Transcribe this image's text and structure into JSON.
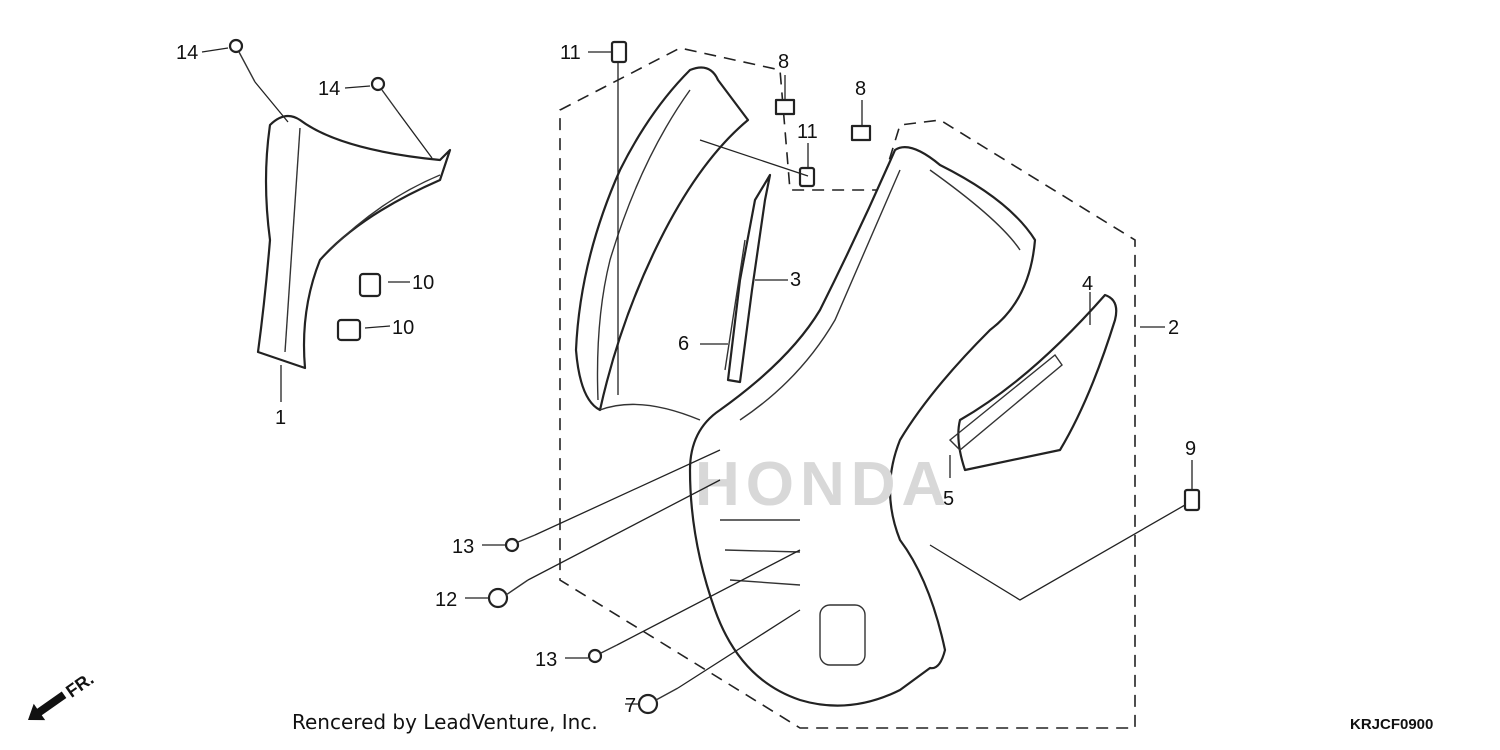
{
  "diagram_code": "KRJCF0900",
  "credit": "Rencered by LeadVenture, Inc.",
  "direction_label": "FR.",
  "logo_text": "HONDA",
  "callouts": [
    {
      "id": "callout-1",
      "label": "1"
    },
    {
      "id": "callout-2",
      "label": "2"
    },
    {
      "id": "callout-3",
      "label": "3"
    },
    {
      "id": "callout-4",
      "label": "4"
    },
    {
      "id": "callout-5",
      "label": "5"
    },
    {
      "id": "callout-6",
      "label": "6"
    },
    {
      "id": "callout-7",
      "label": "7"
    },
    {
      "id": "callout-8a",
      "label": "8"
    },
    {
      "id": "callout-8b",
      "label": "8"
    },
    {
      "id": "callout-9",
      "label": "9"
    },
    {
      "id": "callout-10a",
      "label": "10"
    },
    {
      "id": "callout-10b",
      "label": "10"
    },
    {
      "id": "callout-11a",
      "label": "11"
    },
    {
      "id": "callout-11b",
      "label": "11"
    },
    {
      "id": "callout-12",
      "label": "12"
    },
    {
      "id": "callout-13a",
      "label": "13"
    },
    {
      "id": "callout-13b",
      "label": "13"
    },
    {
      "id": "callout-14a",
      "label": "14"
    },
    {
      "id": "callout-14b",
      "label": "14"
    }
  ]
}
